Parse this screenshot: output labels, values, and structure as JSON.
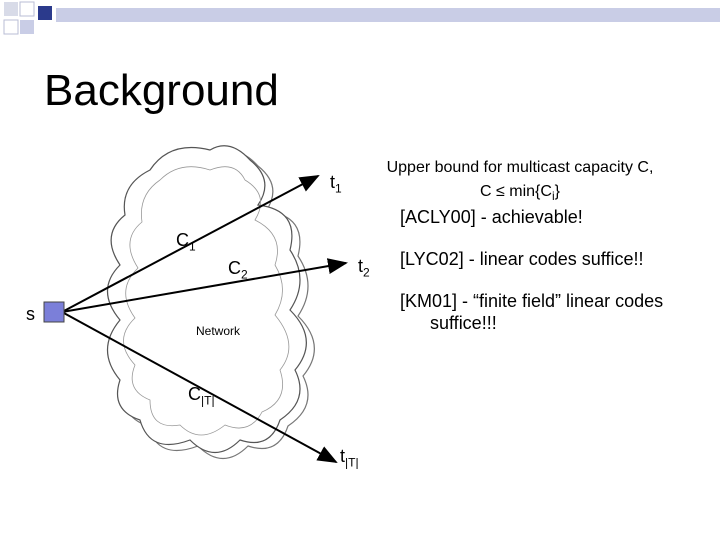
{
  "slide": {
    "title": "Background"
  },
  "diagram": {
    "network_label": "Network",
    "source": "s",
    "sinks": [
      {
        "base": "t",
        "sub": "1"
      },
      {
        "base": "t",
        "sub": "2"
      },
      {
        "base": "t",
        "sub": "|T|"
      }
    ],
    "cuts": [
      {
        "base": "C",
        "sub": "1"
      },
      {
        "base": "C",
        "sub": "2"
      },
      {
        "base": "C",
        "sub": "|T|"
      }
    ]
  },
  "notes": {
    "upper_bound_line1": "Upper bound for multicast capacity C,",
    "upper_bound_line2_a": "C ≤ min{C",
    "upper_bound_line2_sub": "i",
    "upper_bound_line2_b": "}",
    "refs": [
      {
        "line1": "[ACLY00] - achievable!"
      },
      {
        "line1": "[LYC02] - linear codes suffice!!"
      },
      {
        "line1": "[KM01] - “finite field” linear codes",
        "line2": "suffice!!!"
      }
    ]
  },
  "colors": {
    "decor_dark": "#2b3a8c",
    "decor_light": "#c9cde6",
    "source_node": "#7b7fd9",
    "cloud_line": "#555555"
  }
}
